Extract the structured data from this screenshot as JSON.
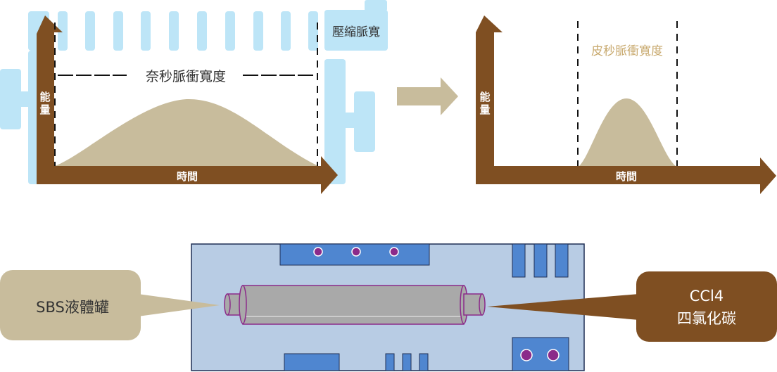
{
  "top_left": {
    "axis_y_label": "能\n量",
    "axis_x_label": "時間",
    "width_label": "奈秒脈衝寬度",
    "compress_label": "壓縮脈寬"
  },
  "top_right": {
    "axis_y_label": "能\n量",
    "axis_x_label": "時間",
    "width_label": "皮秒脈衝寬度"
  },
  "bottom": {
    "left_callout": "SBS液體罐",
    "right_callout_line1": "CCl4",
    "right_callout_line2": "四氯化碳"
  },
  "colors": {
    "axis_brown": "#7f4f22",
    "pulse_fill": "#c8bc9c",
    "compress_blue": "#bde5f7",
    "board_bg": "#b8cce4",
    "board_block": "#4f86d0",
    "dot_purple": "#8b2a8a",
    "arrow_tan": "#c8bc9c",
    "callout_tan": "#c8bc9c",
    "callout_brown": "#7f4f22"
  }
}
